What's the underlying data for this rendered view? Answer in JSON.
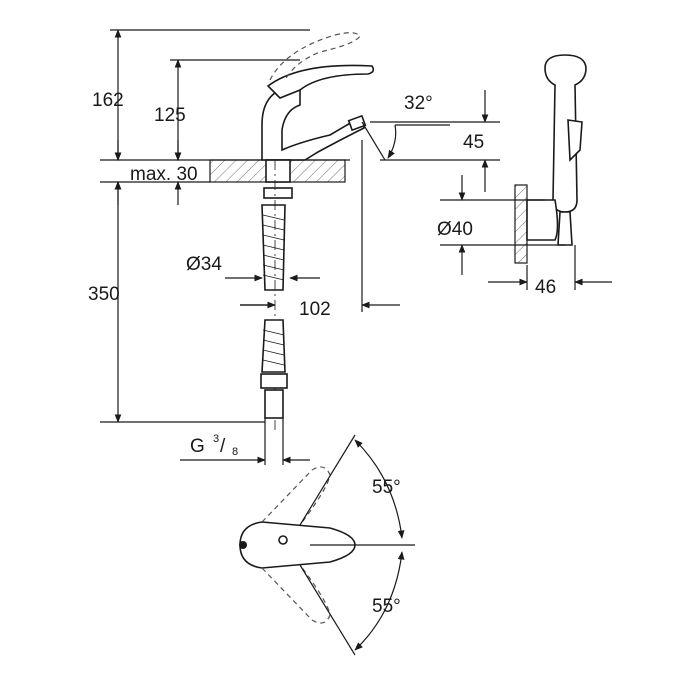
{
  "dimensions": {
    "height_total": "162",
    "height_spout": "125",
    "spout_angle": "32°",
    "deck_thickness": "max. 30",
    "spout_projection_height": "45",
    "hose_length": "350",
    "hole_diameter": "Ø34",
    "spout_reach": "102",
    "shower_holder_diameter": "Ø40",
    "shower_holder_depth": "46",
    "thread_prefix": "G",
    "thread_numerator": "3",
    "thread_denominator": "8",
    "lever_rotation_up": "55°",
    "lever_rotation_down": "55°"
  }
}
